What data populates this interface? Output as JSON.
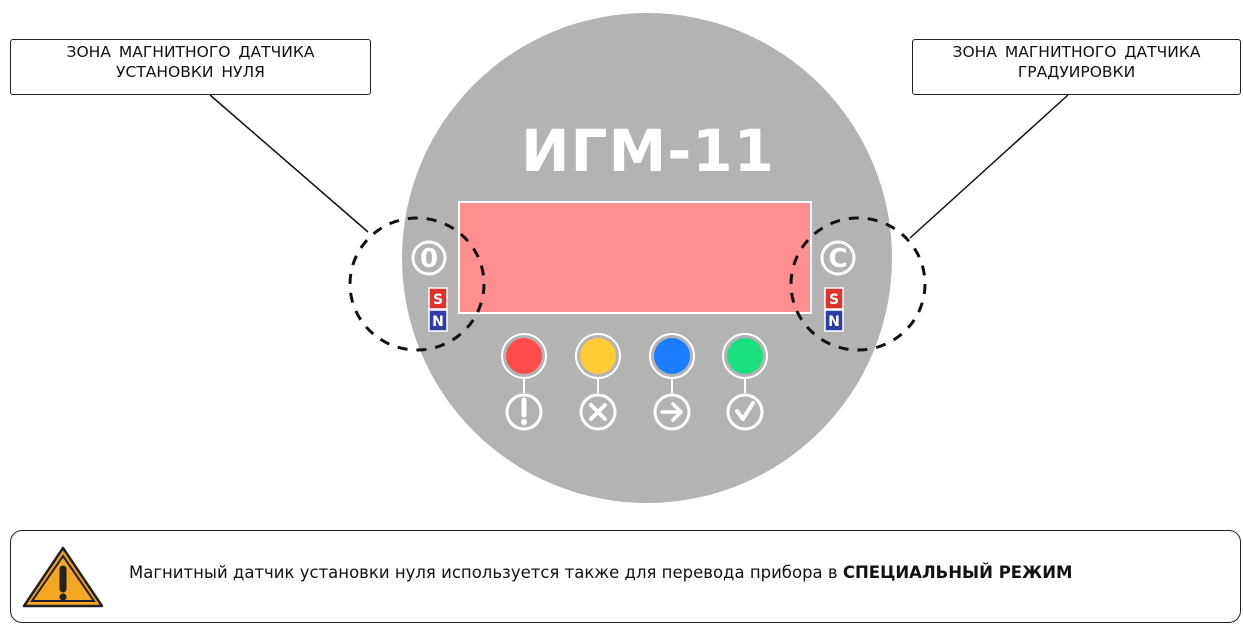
{
  "device": {
    "title": "ИГМ-11",
    "zero_symbol": "0",
    "calib_symbol": "C",
    "magnet_s": "S",
    "magnet_n": "N",
    "colors": {
      "body": "#b3b3b3",
      "display": "#ff8f8f",
      "led_red": "#ff4d4d",
      "led_yellow": "#ffcc33",
      "led_blue": "#1a7dff",
      "led_green": "#1ae07f",
      "magnet_s": "#e0312b",
      "magnet_n": "#2e3da8"
    },
    "buttons": [
      {
        "led": "red",
        "icon": "exclamation-icon"
      },
      {
        "led": "yellow",
        "icon": "cross-icon"
      },
      {
        "led": "blue",
        "icon": "arrow-right-icon"
      },
      {
        "led": "green",
        "icon": "checkmark-icon"
      }
    ]
  },
  "callouts": {
    "left": {
      "line1": "ЗОНА МАГНИТНОГО ДАТЧИКА",
      "line2": "УСТАНОВКИ НУЛЯ"
    },
    "right": {
      "line1": "ЗОНА МАГНИТНОГО ДАТЧИКА",
      "line2": "ГРАДУИРОВКИ"
    }
  },
  "note": {
    "icon": "warning-icon",
    "text": "Магнитный датчик установки нуля используется также для перевода прибора в ",
    "bold": "СПЕЦИАЛЬНЫЙ РЕЖИМ"
  }
}
